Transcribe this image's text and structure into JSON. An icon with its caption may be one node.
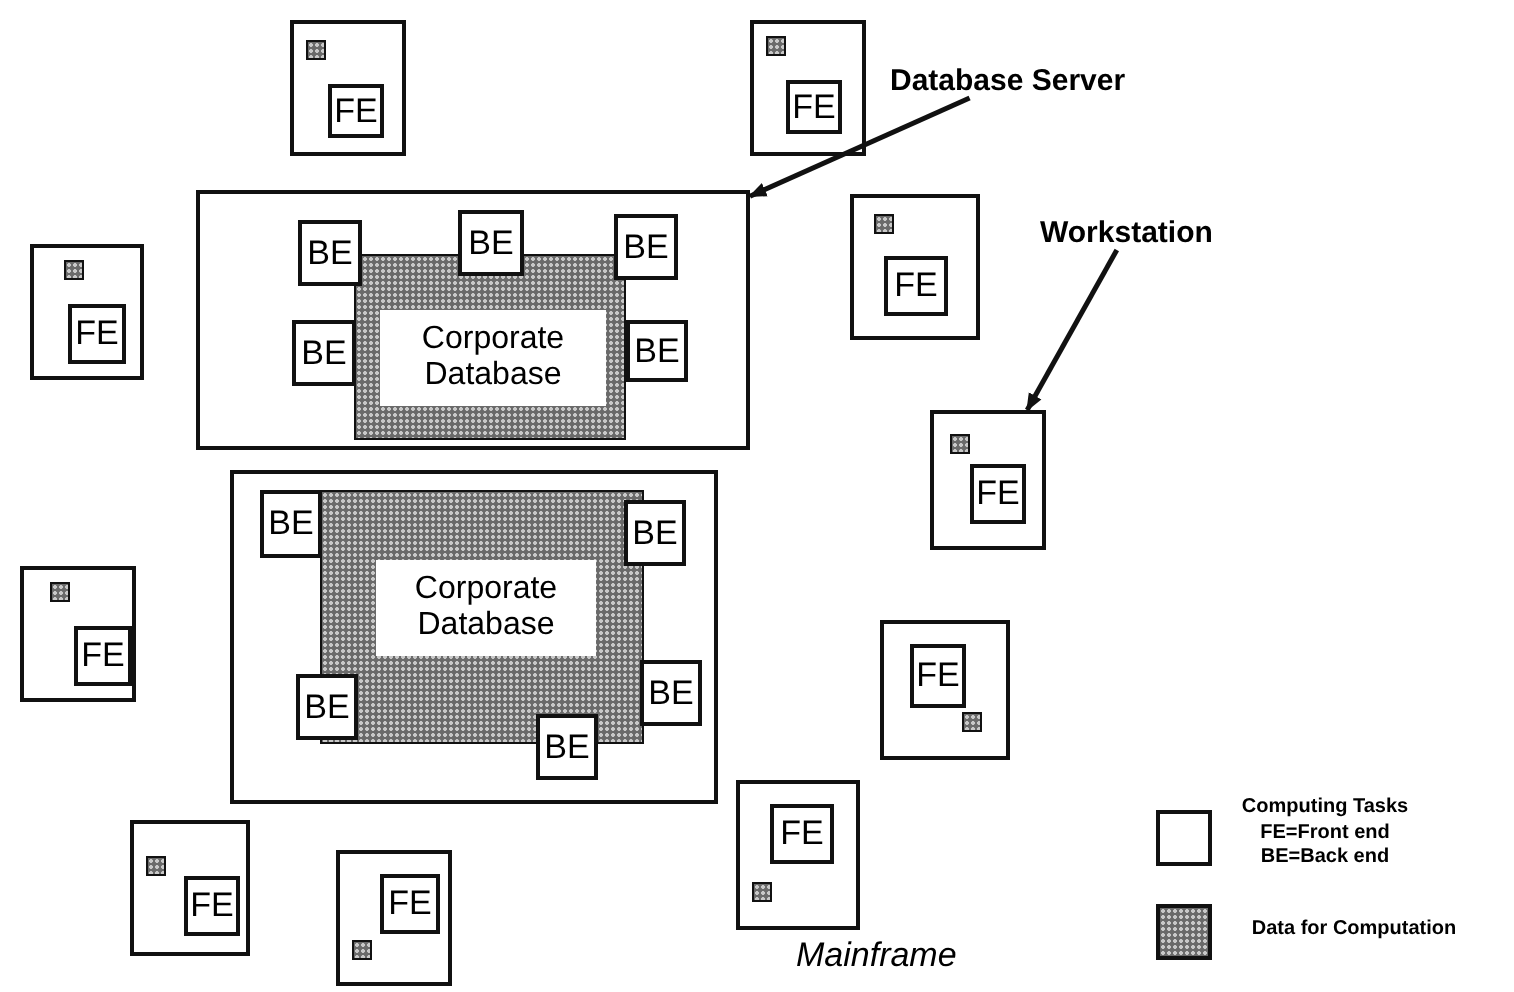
{
  "diagram": {
    "nodes": [
      {
        "text": [],
        "shape": "box"
      },
      {
        "text": [
          "FE"
        ],
        "in": 0
      },
      {
        "text": [],
        "shape": "box"
      },
      {
        "text": [
          "FE"
        ],
        "in": 2
      },
      {
        "text": [
          "Database Server"
        ]
      },
      {
        "text": [],
        "shape": "box"
      },
      {
        "text": [],
        "shape": "box",
        "in": 5
      },
      {
        "text": [
          "Corporate Database"
        ],
        "in": 6
      },
      {
        "text": [
          "BE"
        ],
        "in": 5
      },
      {
        "text": [
          "BE"
        ],
        "in": 5
      },
      {
        "text": [
          "BE"
        ],
        "in": 5
      },
      {
        "text": [
          "BE"
        ],
        "in": 5
      },
      {
        "text": [
          "BE"
        ],
        "in": 5
      },
      {
        "text": [],
        "shape": "box"
      },
      {
        "text": [
          "FE"
        ],
        "in": 13
      },
      {
        "text": [
          "Workstation"
        ]
      },
      {
        "text": [],
        "shape": "box"
      },
      {
        "text": [
          "FE"
        ],
        "in": 16
      },
      {
        "text": [],
        "shape": "box"
      },
      {
        "text": [
          "FE"
        ],
        "in": 18
      },
      {
        "text": [],
        "shape": "box"
      },
      {
        "text": [],
        "shape": "box",
        "in": 20
      },
      {
        "text": [
          "Corporate Database"
        ],
        "in": 21
      },
      {
        "text": [
          "BE"
        ],
        "in": 20
      },
      {
        "text": [
          "BE"
        ],
        "in": 20
      },
      {
        "text": [
          "BE"
        ],
        "in": 20
      },
      {
        "text": [
          "BE"
        ],
        "in": 20
      },
      {
        "text": [
          "BE"
        ],
        "in": 20
      },
      {
        "text": [],
        "shape": "box"
      },
      {
        "text": [
          "FE"
        ],
        "in": 28
      },
      {
        "text": [],
        "shape": "box"
      },
      {
        "text": [
          "FE"
        ],
        "in": 30
      },
      {
        "text": [],
        "shape": "box",
        "beside": [
          "Mainframe"
        ]
      },
      {
        "text": [
          "FE"
        ],
        "in": 32
      },
      {
        "text": [],
        "shape": "box"
      },
      {
        "text": [
          "FE"
        ],
        "in": 34
      },
      {
        "text": [],
        "shape": "box"
      },
      {
        "text": [
          "FE"
        ],
        "in": 36
      }
    ],
    "edges": [
      {
        "from": 4,
        "to": 5,
        "arrow": "to"
      },
      {
        "from": 15,
        "to": 18,
        "arrow": "to"
      }
    ],
    "legend": [
      {
        "text": "Computing Tasks FE=Front end BE=Back end",
        "color": "#ffffff"
      },
      {
        "text": "Data for Computation",
        "color": "#6a6a6a"
      }
    ]
  }
}
